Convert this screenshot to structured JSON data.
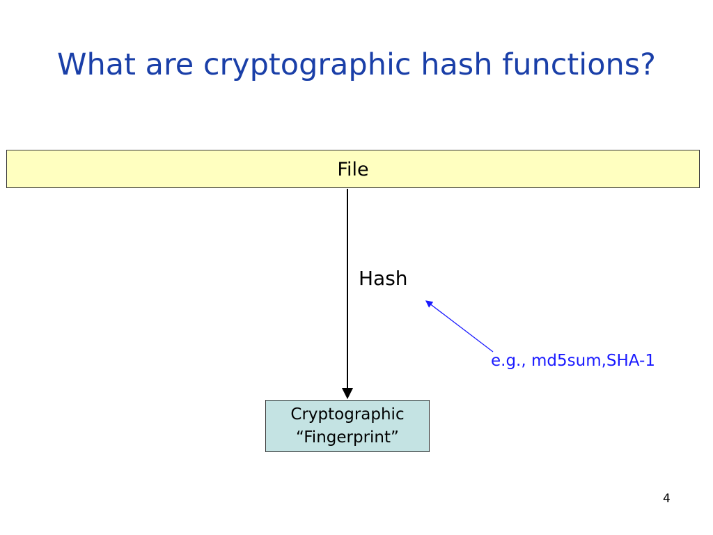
{
  "slide": {
    "title": "What are cryptographic hash functions?",
    "file_label": "File",
    "hash_label": "Hash",
    "example_label": "e.g., md5sum,SHA-1",
    "fingerprint_line1": "Cryptographic",
    "fingerprint_line2": "“Fingerprint”",
    "page_number": "4"
  },
  "colors": {
    "title": "#1a3fa8",
    "file_box": "#ffffc0",
    "fingerprint_box": "#c4e3e3",
    "example_text": "#1a1aff"
  }
}
